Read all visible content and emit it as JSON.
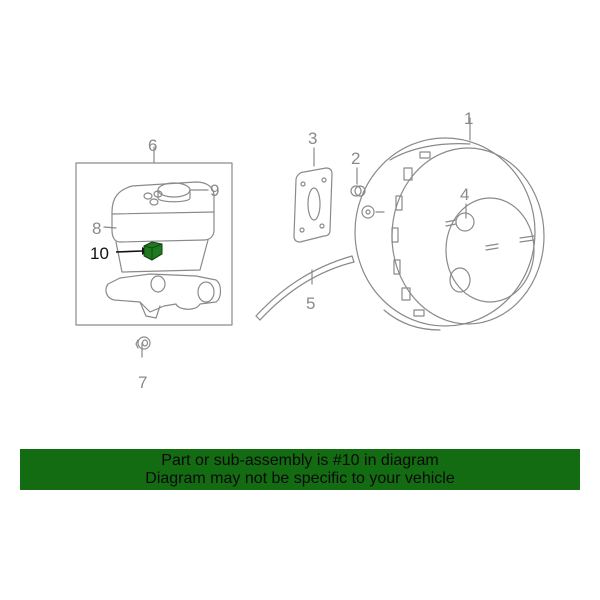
{
  "diagram": {
    "callouts": [
      {
        "id": "1",
        "label": "1"
      },
      {
        "id": "2",
        "label": "2"
      },
      {
        "id": "3",
        "label": "3"
      },
      {
        "id": "4",
        "label": "4"
      },
      {
        "id": "5",
        "label": "5"
      },
      {
        "id": "6",
        "label": "6"
      },
      {
        "id": "7",
        "label": "7"
      },
      {
        "id": "8",
        "label": "8"
      },
      {
        "id": "9",
        "label": "9"
      },
      {
        "id": "10",
        "label": "10"
      }
    ],
    "highlighted_part": "10",
    "highlight_color": "#1f7a1f",
    "line_color": "#8a8a8a"
  },
  "banner": {
    "line1": "Part or sub-assembly is #10 in diagram",
    "line2": "Diagram may not be specific to your vehicle",
    "background": "#136b12"
  }
}
